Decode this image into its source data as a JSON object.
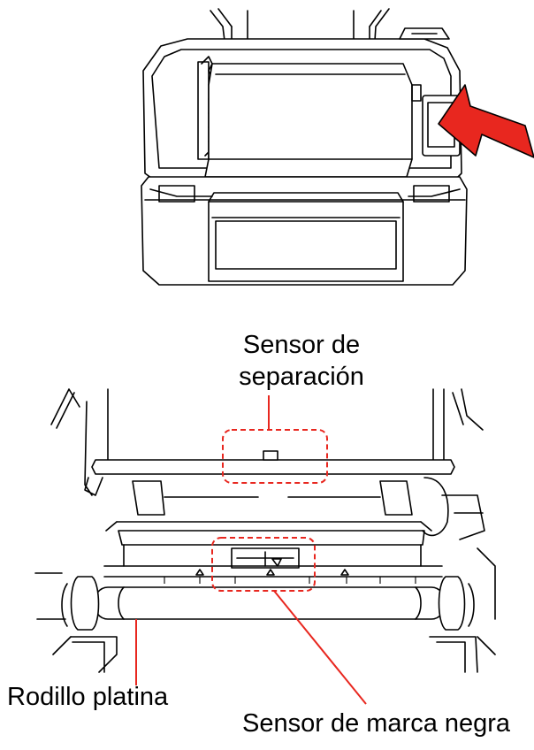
{
  "labels": {
    "gap_sensor_line1": "Sensor de",
    "gap_sensor_line2": "separación",
    "platen_roller": "Rodillo platina",
    "black_mark_sensor": "Sensor de marca negra"
  },
  "colors": {
    "callout": "#e8271f",
    "arrow_fill": "#e8271f",
    "arrow_stroke": "#000000",
    "line_art": "#000000"
  },
  "icons": {
    "pointer": "red-arrow-icon"
  }
}
